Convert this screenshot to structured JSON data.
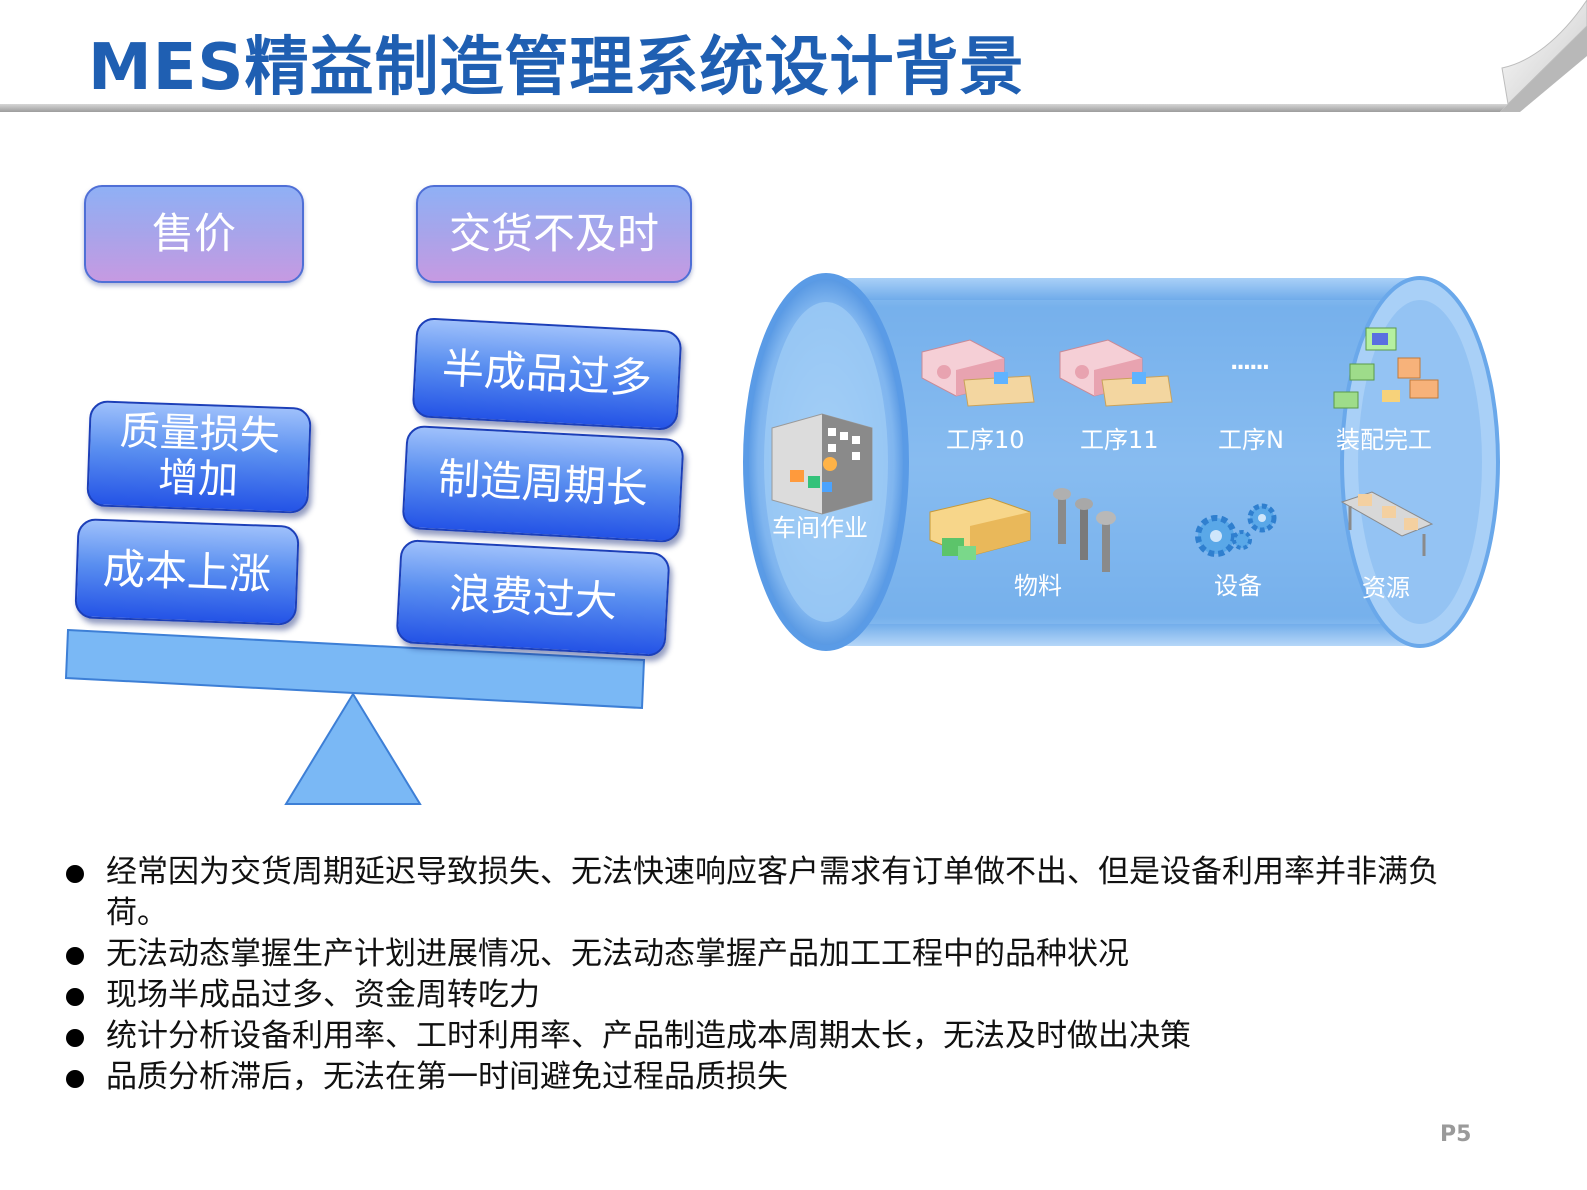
{
  "header": {
    "title": "MES精益制造管理系统设计背景"
  },
  "balance": {
    "top_left": "售价",
    "top_right": "交货不及时",
    "left_stack": [
      "质量损失\n增加",
      "成本上涨"
    ],
    "right_stack": [
      "半成品过多",
      "制造周期长",
      "浪费过大"
    ]
  },
  "pipe": {
    "workshop_label": "车间作业",
    "processes": [
      "工序10",
      "工序11",
      "工序N",
      "装配完工"
    ],
    "ellipsis": "......",
    "resources": [
      "物料",
      "设备",
      "资源"
    ]
  },
  "bullets": [
    "经常因为交货周期延迟导致损失、无法快速响应客户需求有订单做不出、但是设备利用率并非满负荷。",
    "无法动态掌握生产计划进展情况、无法动态掌握产品加工工程中的品种状况",
    "现场半成品过多、资金周转吃力",
    "统计分析设备利用率、工时利用率、产品制造成本周期太长，无法及时做出决策",
    "品质分析滞后，无法在第一时间避免过程品质损失"
  ],
  "page_number": "P5",
  "colors": {
    "title": "#1f5fb2",
    "box_blue": "#2453e6",
    "pipe": "#5a9fe8",
    "beam": "#7ab8f5"
  }
}
